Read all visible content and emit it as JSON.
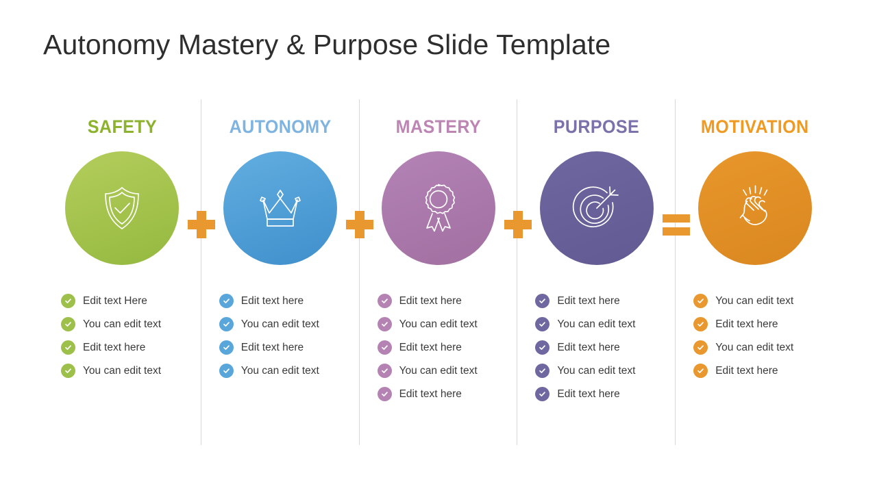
{
  "title": "Autonomy Mastery & Purpose Slide Template",
  "accent_color": "#e8982e",
  "divider_color": "#d8d8d8",
  "columns": [
    {
      "header": "SAFETY",
      "header_color": "#8cb22e",
      "icon": "shield-check-icon",
      "circle_color_top": "#b4cd5c",
      "circle_color_bottom": "#94b93f",
      "bullet_color": "#9cc04a",
      "items": [
        "Edit text Here",
        "You can edit text",
        "Edit text here",
        "You can edit text"
      ]
    },
    {
      "header": "AUTONOMY",
      "header_color": "#7fb4e0",
      "icon": "crown-icon",
      "circle_color_top": "#62aee0",
      "circle_color_bottom": "#3f8fcc",
      "bullet_color": "#59a6db",
      "items": [
        "Edit text here",
        "You can edit text",
        "Edit text here",
        "You can edit text"
      ]
    },
    {
      "header": "MASTERY",
      "header_color": "#bd85b4",
      "icon": "award-ribbon-icon",
      "circle_color_top": "#b483b6",
      "circle_color_bottom": "#a16fa0",
      "bullet_color": "#b583b3",
      "items": [
        "Edit text here",
        "You can edit text",
        "Edit text here",
        "You can edit text",
        "Edit text here"
      ]
    },
    {
      "header": "PURPOSE",
      "header_color": "#7a72ab",
      "icon": "target-arrow-icon",
      "circle_color_top": "#6f679f",
      "circle_color_bottom": "#615a93",
      "bullet_color": "#6f679f",
      "items": [
        "Edit text here",
        "You can edit text",
        "Edit text here",
        "You can edit text",
        "Edit text here"
      ]
    },
    {
      "header": "MOTIVATION",
      "header_color": "#ef9a23",
      "icon": "clapping-hands-icon",
      "circle_color_top": "#e8972c",
      "circle_color_bottom": "#d9871f",
      "bullet_color": "#e8982e",
      "items": [
        "You can edit text",
        "Edit text here",
        "You can edit text",
        "Edit text here"
      ]
    }
  ],
  "operators": [
    {
      "symbol": "plus",
      "name": "plus-operator-1"
    },
    {
      "symbol": "plus",
      "name": "plus-operator-2"
    },
    {
      "symbol": "plus",
      "name": "plus-operator-3"
    },
    {
      "symbol": "equals",
      "name": "equals-operator"
    }
  ]
}
